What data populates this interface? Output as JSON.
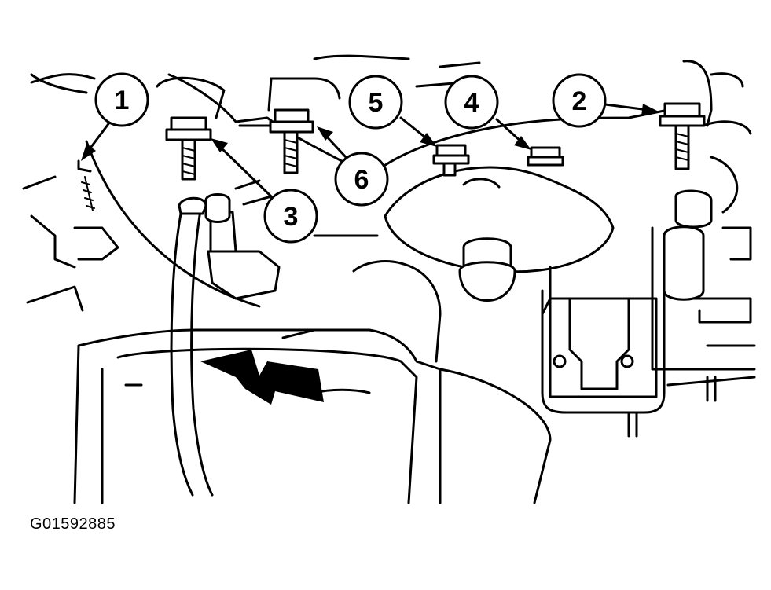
{
  "figure": {
    "id": "G01592885",
    "callouts": [
      "1",
      "2",
      "3",
      "4",
      "5",
      "6"
    ]
  },
  "colors": {
    "line": "#000000",
    "background": "#ffffff"
  }
}
